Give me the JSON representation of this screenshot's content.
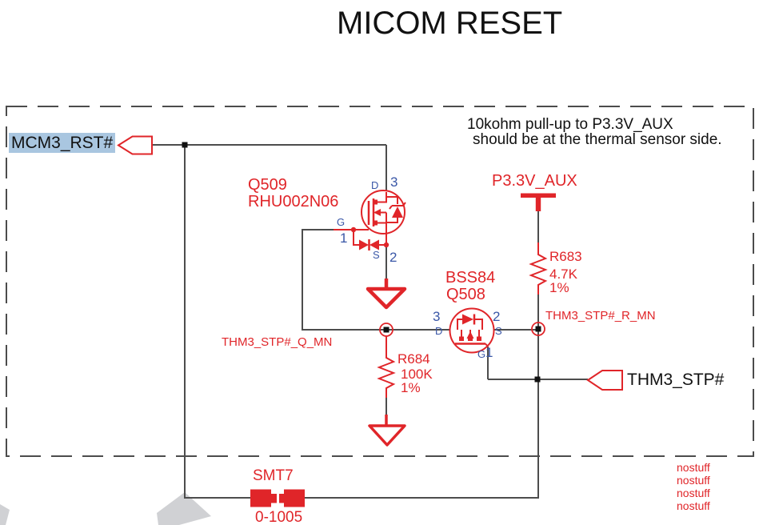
{
  "title": "MICOM RESET",
  "note": {
    "line1": "10kohm pull-up to P3.3V_AUX",
    "line2": "should be at the thermal sensor side."
  },
  "nets": {
    "mcm3_rst": "MCM3_RST#",
    "thm3_stp": "THM3_STP#",
    "p33v_aux": "P3.3V_AUX",
    "thm3_stp_r_mn": "THM3_STP#_R_MN",
    "thm3_stp_q_mn": "THM3_STP#_Q_MN"
  },
  "components": {
    "q509": {
      "refdes": "Q509",
      "part": "RHU002N06",
      "pins": {
        "drain": "D",
        "gate": "G",
        "source": "S",
        "n1": "1",
        "n2": "2",
        "n3": "3"
      }
    },
    "q508": {
      "refdes": "Q508",
      "part": "BSS84",
      "pins": {
        "drain": "D",
        "gate": "G",
        "source": "S",
        "n1": "1",
        "n2": "2",
        "n3": "3"
      }
    },
    "r683": {
      "refdes": "R683",
      "value": "4.7K",
      "tolerance": "1%"
    },
    "r684": {
      "refdes": "R684",
      "value": "100K",
      "tolerance": "1%"
    },
    "smt7": {
      "refdes": "SMT7",
      "value": "0-1005"
    }
  },
  "annotations": {
    "nostuff": [
      "nostuff",
      "nostuff",
      "nostuff",
      "nostuff"
    ]
  },
  "colors": {
    "schematic_red": "#e02529",
    "pin_blue": "#3a57a7",
    "wire_gray": "#4d4d4d",
    "net_highlight": "#a9c6e0",
    "text_black": "#111111",
    "watermark_gray": "#d0d1d4"
  }
}
